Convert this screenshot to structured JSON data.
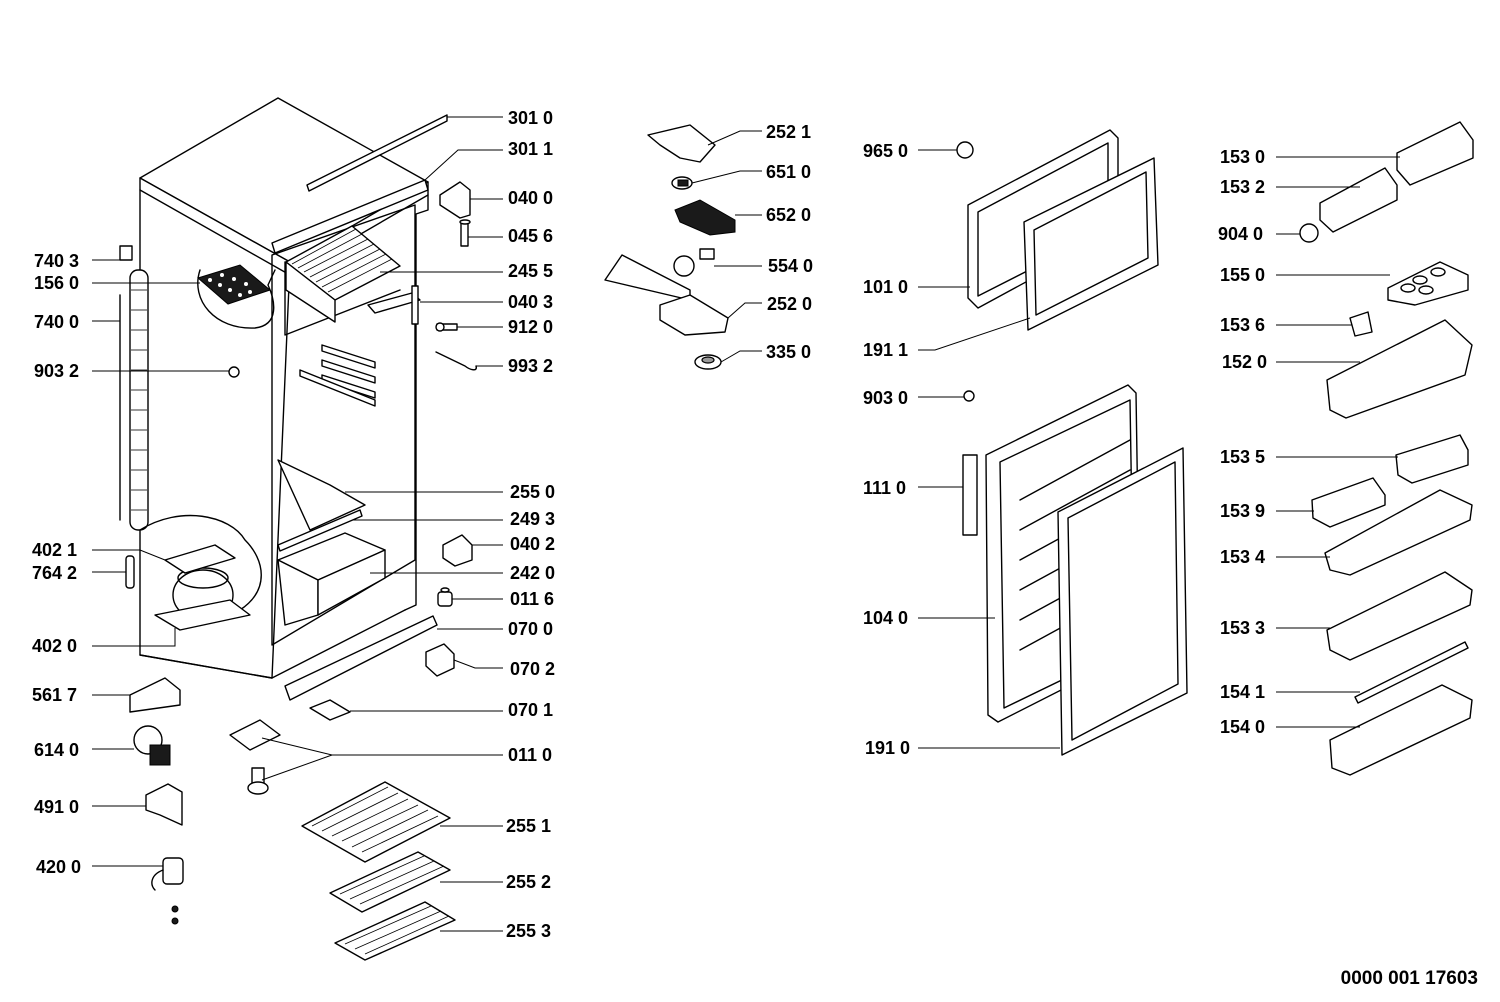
{
  "document_number": "0000 001 17603",
  "callouts": {
    "c3010": "301 0",
    "c3011": "301 1",
    "c0400": "040 0",
    "c0456": "045 6",
    "c2455": "245 5",
    "c0403": "040 3",
    "c9120": "912 0",
    "c9932": "993 2",
    "c2550": "255 0",
    "c2493": "249 3",
    "c0402": "040 2",
    "c2420": "242 0",
    "c0116": "011 6",
    "c0700": "070 0",
    "c0702": "070 2",
    "c0701": "070 1",
    "c0110": "011 0",
    "c2551": "255 1",
    "c2552": "255 2",
    "c2553": "255 3",
    "c7403": "740 3",
    "c1560": "156 0",
    "c7400": "740 0",
    "c9032": "903 2",
    "c4021": "402 1",
    "c7642": "764 2",
    "c4020": "402 0",
    "c5617": "561 7",
    "c6140": "614 0",
    "c4910": "491 0",
    "c4200": "420 0",
    "c2521": "252 1",
    "c6510": "651 0",
    "c6520": "652 0",
    "c5540": "554 0",
    "c2520": "252 0",
    "c3350": "335 0",
    "c9650": "965 0",
    "c1010": "101 0",
    "c1911": "191 1",
    "c9030": "903 0",
    "c1110": "111 0",
    "c1040": "104 0",
    "c1910": "191 0",
    "c1530": "153 0",
    "c1532": "153 2",
    "c9040": "904 0",
    "c1550": "155 0",
    "c1536": "153 6",
    "c1520": "152 0",
    "c1535": "153 5",
    "c1539": "153 9",
    "c1534": "153 4",
    "c1533": "153 3",
    "c1541": "154 1",
    "c1540": "154 0"
  }
}
